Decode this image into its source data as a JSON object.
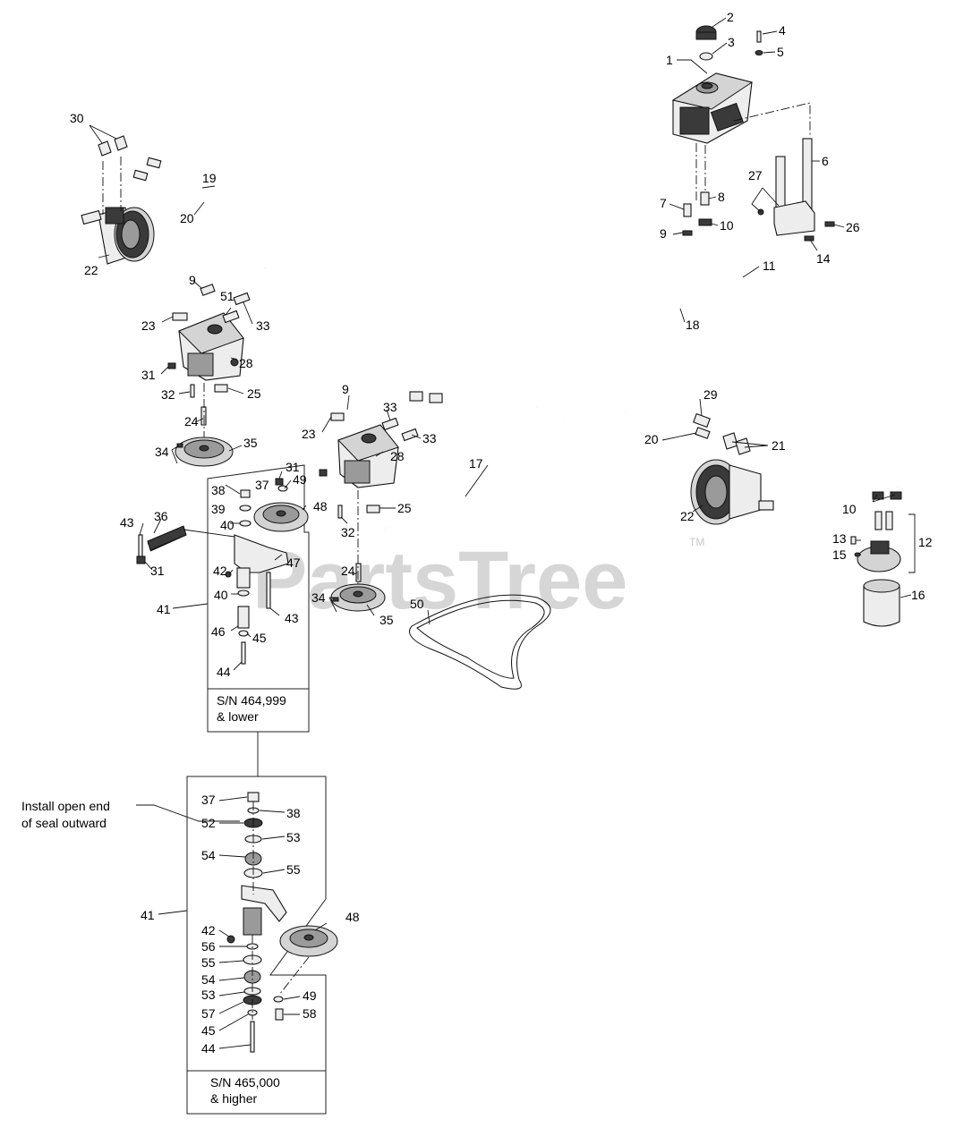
{
  "watermark": {
    "text": "PartsTree",
    "trademark": "TM"
  },
  "notes": {
    "seal_line1": "Install open end",
    "seal_line2": "of seal outward",
    "sn_lower_line1": "S/N 464,999",
    "sn_lower_line2": "& lower",
    "sn_higher_line1": "S/N 465,000",
    "sn_higher_line2": "& higher"
  },
  "callouts": [
    {
      "id": "c1",
      "text": "1"
    },
    {
      "id": "c2",
      "text": "2"
    },
    {
      "id": "c3",
      "text": "3"
    },
    {
      "id": "c4",
      "text": "4"
    },
    {
      "id": "c5",
      "text": "5"
    },
    {
      "id": "c6",
      "text": "6"
    },
    {
      "id": "c7",
      "text": "7"
    },
    {
      "id": "c8",
      "text": "8"
    },
    {
      "id": "c9a",
      "text": "9"
    },
    {
      "id": "c9b",
      "text": "9"
    },
    {
      "id": "c9c",
      "text": "9"
    },
    {
      "id": "c10a",
      "text": "10"
    },
    {
      "id": "c10b",
      "text": "10"
    },
    {
      "id": "c11",
      "text": "11"
    },
    {
      "id": "c12",
      "text": "12"
    },
    {
      "id": "c13",
      "text": "13"
    },
    {
      "id": "c14",
      "text": "14"
    },
    {
      "id": "c15",
      "text": "15"
    },
    {
      "id": "c16",
      "text": "16"
    },
    {
      "id": "c17",
      "text": "17"
    },
    {
      "id": "c18",
      "text": "18"
    },
    {
      "id": "c19",
      "text": "19"
    },
    {
      "id": "c20a",
      "text": "20"
    },
    {
      "id": "c20b",
      "text": "20"
    },
    {
      "id": "c21",
      "text": "21"
    },
    {
      "id": "c22a",
      "text": "22"
    },
    {
      "id": "c22b",
      "text": "22"
    },
    {
      "id": "c23a",
      "text": "23"
    },
    {
      "id": "c23b",
      "text": "23"
    },
    {
      "id": "c24a",
      "text": "24"
    },
    {
      "id": "c24b",
      "text": "24"
    },
    {
      "id": "c25a",
      "text": "25"
    },
    {
      "id": "c25b",
      "text": "25"
    },
    {
      "id": "c26",
      "text": "26"
    },
    {
      "id": "c27",
      "text": "27"
    },
    {
      "id": "c28a",
      "text": "28"
    },
    {
      "id": "c28b",
      "text": "28"
    },
    {
      "id": "c29",
      "text": "29"
    },
    {
      "id": "c30",
      "text": "30"
    },
    {
      "id": "c31a",
      "text": "31"
    },
    {
      "id": "c31b",
      "text": "31"
    },
    {
      "id": "c31c",
      "text": "31"
    },
    {
      "id": "c32a",
      "text": "32"
    },
    {
      "id": "c32b",
      "text": "32"
    },
    {
      "id": "c33a",
      "text": "33"
    },
    {
      "id": "c33b",
      "text": "33"
    },
    {
      "id": "c33c",
      "text": "33"
    },
    {
      "id": "c34a",
      "text": "34"
    },
    {
      "id": "c34b",
      "text": "34"
    },
    {
      "id": "c35a",
      "text": "35"
    },
    {
      "id": "c35b",
      "text": "35"
    },
    {
      "id": "c36",
      "text": "36"
    },
    {
      "id": "c37a",
      "text": "37"
    },
    {
      "id": "c37b",
      "text": "37"
    },
    {
      "id": "c38a",
      "text": "38"
    },
    {
      "id": "c38b",
      "text": "38"
    },
    {
      "id": "c39",
      "text": "39"
    },
    {
      "id": "c40a",
      "text": "40"
    },
    {
      "id": "c40b",
      "text": "40"
    },
    {
      "id": "c41a",
      "text": "41"
    },
    {
      "id": "c41b",
      "text": "41"
    },
    {
      "id": "c42a",
      "text": "42"
    },
    {
      "id": "c42b",
      "text": "42"
    },
    {
      "id": "c43a",
      "text": "43"
    },
    {
      "id": "c43b",
      "text": "43"
    },
    {
      "id": "c44a",
      "text": "44"
    },
    {
      "id": "c44b",
      "text": "44"
    },
    {
      "id": "c45a",
      "text": "45"
    },
    {
      "id": "c45b",
      "text": "45"
    },
    {
      "id": "c46",
      "text": "46"
    },
    {
      "id": "c47",
      "text": "47"
    },
    {
      "id": "c48a",
      "text": "48"
    },
    {
      "id": "c48b",
      "text": "48"
    },
    {
      "id": "c49a",
      "text": "49"
    },
    {
      "id": "c49b",
      "text": "49"
    },
    {
      "id": "c50",
      "text": "50"
    },
    {
      "id": "c51",
      "text": "51"
    },
    {
      "id": "c52",
      "text": "52"
    },
    {
      "id": "c53a",
      "text": "53"
    },
    {
      "id": "c53b",
      "text": "53"
    },
    {
      "id": "c54a",
      "text": "54"
    },
    {
      "id": "c54b",
      "text": "54"
    },
    {
      "id": "c55a",
      "text": "55"
    },
    {
      "id": "c55b",
      "text": "55"
    },
    {
      "id": "c56",
      "text": "56"
    },
    {
      "id": "c57",
      "text": "57"
    },
    {
      "id": "c58",
      "text": "58"
    }
  ]
}
